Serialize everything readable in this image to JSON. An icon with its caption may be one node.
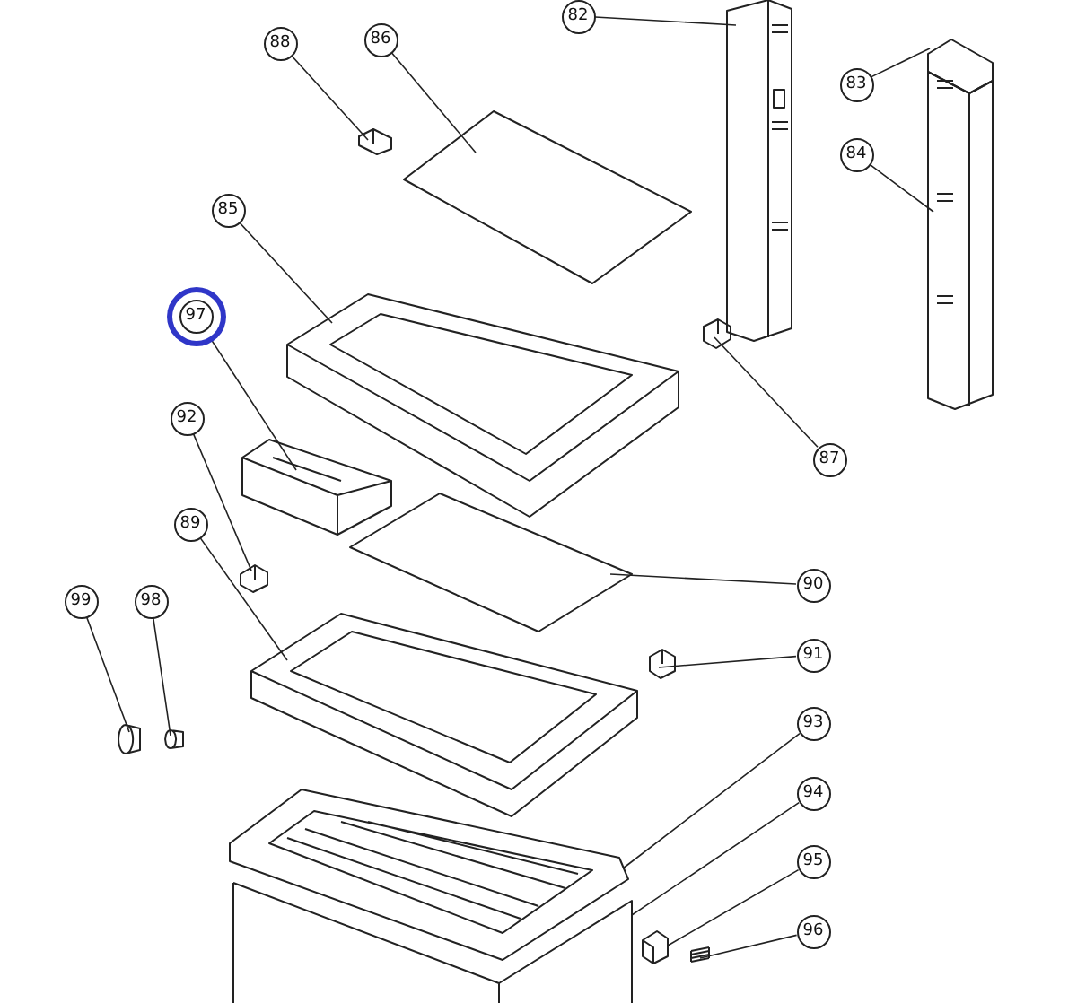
{
  "diagram": {
    "nodes": [
      {
        "text": [
          "82"
        ]
      },
      {
        "text": [
          "88"
        ]
      },
      {
        "text": [
          "86"
        ]
      },
      {
        "text": [
          "83"
        ]
      },
      {
        "text": [
          "84"
        ]
      },
      {
        "text": [
          "85"
        ]
      },
      {
        "text": [
          "97"
        ]
      },
      {
        "text": [
          "87"
        ]
      },
      {
        "text": [
          "92"
        ]
      },
      {
        "text": [
          "89"
        ]
      },
      {
        "text": [
          "90"
        ]
      },
      {
        "text": [
          "91"
        ]
      },
      {
        "text": [
          "99"
        ]
      },
      {
        "text": [
          "98"
        ]
      },
      {
        "text": [
          "93"
        ]
      },
      {
        "text": [
          "94"
        ]
      },
      {
        "text": [
          "95"
        ]
      },
      {
        "text": [
          "96"
        ]
      },
      {
        "text": [],
        "shape": "picture"
      },
      {
        "text": [],
        "shape": "picture"
      },
      {
        "text": [],
        "shape": "picture"
      },
      {
        "text": [],
        "shape": "picture"
      },
      {
        "text": [],
        "shape": "picture"
      },
      {
        "text": [],
        "shape": "picture"
      },
      {
        "text": [],
        "shape": "picture"
      },
      {
        "text": [],
        "shape": "picture"
      },
      {
        "text": [],
        "shape": "picture"
      },
      {
        "text": [],
        "shape": "picture"
      },
      {
        "text": [],
        "shape": "picture"
      },
      {
        "text": [],
        "shape": "picture"
      },
      {
        "text": [],
        "shape": "picture"
      },
      {
        "text": [],
        "shape": "picture"
      },
      {
        "text": [],
        "shape": "picture"
      },
      {
        "text": [],
        "shape": "picture"
      },
      {
        "text": [],
        "shape": "picture"
      },
      {
        "text": [],
        "shape": "picture"
      }
    ],
    "edges": [
      {
        "from": 0,
        "to": 18,
        "arrow": "none"
      },
      {
        "from": 1,
        "to": 19,
        "arrow": "none"
      },
      {
        "from": 2,
        "to": 20,
        "arrow": "none"
      },
      {
        "from": 3,
        "to": 21,
        "arrow": "none"
      },
      {
        "from": 4,
        "to": 22,
        "arrow": "none"
      },
      {
        "from": 5,
        "to": 23,
        "arrow": "none"
      },
      {
        "from": 6,
        "to": 24,
        "arrow": "none"
      },
      {
        "from": 7,
        "to": 25,
        "arrow": "none"
      },
      {
        "from": 8,
        "to": 26,
        "arrow": "none"
      },
      {
        "from": 9,
        "to": 27,
        "arrow": "none"
      },
      {
        "from": 10,
        "to": 28,
        "arrow": "none"
      },
      {
        "from": 11,
        "to": 29,
        "arrow": "none"
      },
      {
        "from": 12,
        "to": 30,
        "arrow": "none"
      },
      {
        "from": 13,
        "to": 31,
        "arrow": "none"
      },
      {
        "from": 14,
        "to": 32,
        "arrow": "none"
      },
      {
        "from": 15,
        "to": 33,
        "arrow": "none"
      },
      {
        "from": 16,
        "to": 34,
        "arrow": "none"
      },
      {
        "from": 17,
        "to": 35,
        "arrow": "none"
      }
    ]
  }
}
